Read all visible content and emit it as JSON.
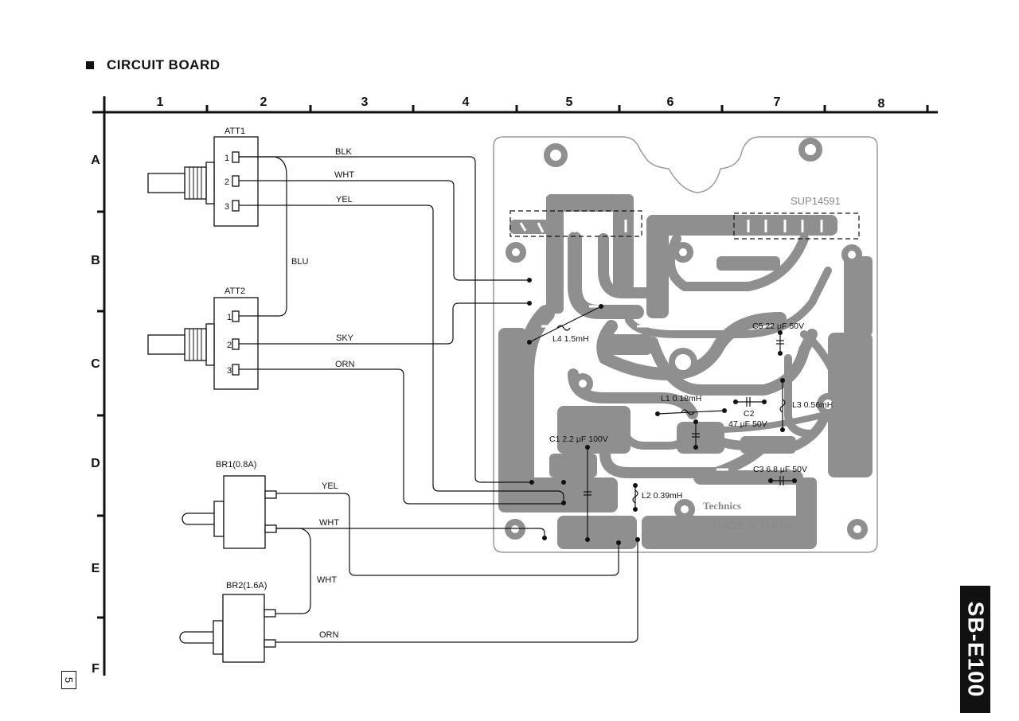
{
  "heading": "CIRCUIT BOARD",
  "page_number": "5",
  "model": "SB-E100",
  "grid": {
    "columns": [
      "1",
      "2",
      "3",
      "4",
      "5",
      "6",
      "7",
      "8"
    ],
    "rows": [
      "A",
      "B",
      "C",
      "D",
      "E",
      "F"
    ]
  },
  "attenuators": [
    {
      "label": "ATT1",
      "pins": [
        "1",
        "2",
        "3"
      ]
    },
    {
      "label": "ATT2",
      "pins": [
        "1",
        "2",
        "3"
      ]
    }
  ],
  "breakers": [
    {
      "label": "BR1(0.8A)"
    },
    {
      "label": "BR2(1.6A)"
    }
  ],
  "wires": {
    "blk": "BLK",
    "wht_att1": "WHT",
    "yel_att1": "YEL",
    "blu": "BLU",
    "sky": "SKY",
    "orn_att2": "ORN",
    "yel_br1": "YEL",
    "wht_br1": "WHT",
    "wht_link": "WHT",
    "orn_br2": "ORN"
  },
  "board": {
    "part_number": "SUP14591",
    "brand": "Technics",
    "origin": "MADE IN JAPAN"
  },
  "components": [
    {
      "ref": "L4",
      "value": "1.5mH"
    },
    {
      "ref": "C5",
      "value": "22 μF 50V"
    },
    {
      "ref": "L1",
      "value": "0.18mH"
    },
    {
      "ref": "C2",
      "value": "47 μF 50V"
    },
    {
      "ref": "L3",
      "value": "0.56mH"
    },
    {
      "ref": "C1",
      "value": "2.2 μF 100V"
    },
    {
      "ref": "C3",
      "value": "6.8 μF 50V"
    },
    {
      "ref": "L2",
      "value": "0.39mH"
    }
  ],
  "colors": {
    "ink": "#111111",
    "board_fill": "#8f8f8f",
    "board_outline": "#9a9a9a"
  }
}
